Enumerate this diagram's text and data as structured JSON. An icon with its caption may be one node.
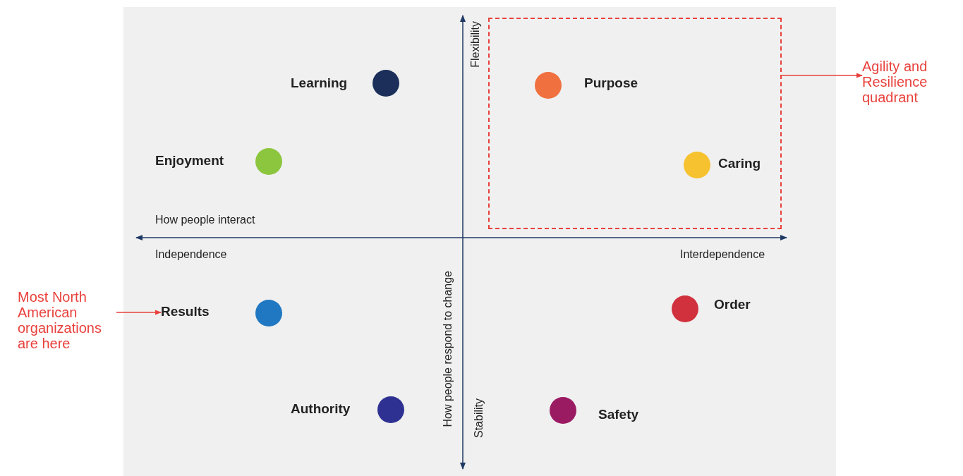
{
  "diagram": {
    "nodes": [
      {
        "text": [],
        "shape": "box"
      },
      {
        "text": [],
        "shape": "circle",
        "beside": [
          "Learning"
        ]
      },
      {
        "text": [],
        "shape": "circle",
        "beside": [
          "Purpose"
        ],
        "in": 0
      },
      {
        "text": [],
        "shape": "circle",
        "beside": [
          "Enjoyment"
        ]
      },
      {
        "text": [],
        "shape": "circle",
        "beside": [
          "Caring"
        ],
        "in": 0
      },
      {
        "text": [
          "Agility and Resilience quadrant"
        ]
      },
      {
        "text": [
          "Most North American organizations are here"
        ]
      },
      {
        "text": [],
        "shape": "circle",
        "beside": [
          "Results"
        ]
      },
      {
        "text": [],
        "shape": "circle",
        "beside": [
          "Order"
        ]
      },
      {
        "text": [],
        "shape": "circle",
        "beside": [
          "Authority"
        ]
      },
      {
        "text": [],
        "shape": "circle",
        "beside": [
          "Safety"
        ]
      }
    ],
    "edges": [
      {
        "from": 0,
        "to": 5,
        "arrow": "to"
      },
      {
        "from": 6,
        "to": 7,
        "arrow": "to"
      }
    ],
    "labels": [
      "Flexibility",
      "How people interact",
      "Independence",
      "Interdependence",
      "How people respond to change",
      "Stability"
    ]
  }
}
